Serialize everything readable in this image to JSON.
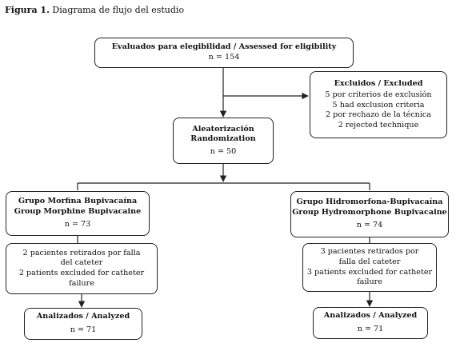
{
  "figure": {
    "label": "Figura 1.",
    "caption": "Diagrama de flujo del estudio"
  },
  "assessed": {
    "title": "Evaluados para elegibilidad / Assessed for eligibility",
    "count": "n = 154"
  },
  "excluded": {
    "title": "Excluidos / Excluded",
    "lines": [
      "5 por criterios de exclusión",
      "5 had exclusion criteria",
      "2 por rechazo de la técnica",
      "2 rejected technique"
    ]
  },
  "randomization": {
    "title_es": "Aleatorización",
    "title_en": "Randomization",
    "count": "n = 50"
  },
  "group_morphine": {
    "title_es": "Grupo Morfina Bupivacaína",
    "title_en": "Group Morphine Bupivacaine",
    "count": "n = 73",
    "withdrawn_lines": [
      "2 pacientes retirados por falla",
      "del cateter",
      "2 patients excluded for catheter",
      "failure"
    ],
    "analyzed_title": "Analizados / Analyzed",
    "analyzed_count": "n = 71"
  },
  "group_hydromorphone": {
    "title_es": "Grupo Hidromorfona-Bupivacaína",
    "title_en": "Group Hydromorphone Bupivacaine",
    "count": "n = 74",
    "withdrawn_lines": [
      "3 pacientes retirados por",
      "falla del cateter",
      "3 patients excluded for catheter",
      "failure"
    ],
    "analyzed_title": "Analizados / Analyzed",
    "analyzed_count": "n = 71"
  }
}
